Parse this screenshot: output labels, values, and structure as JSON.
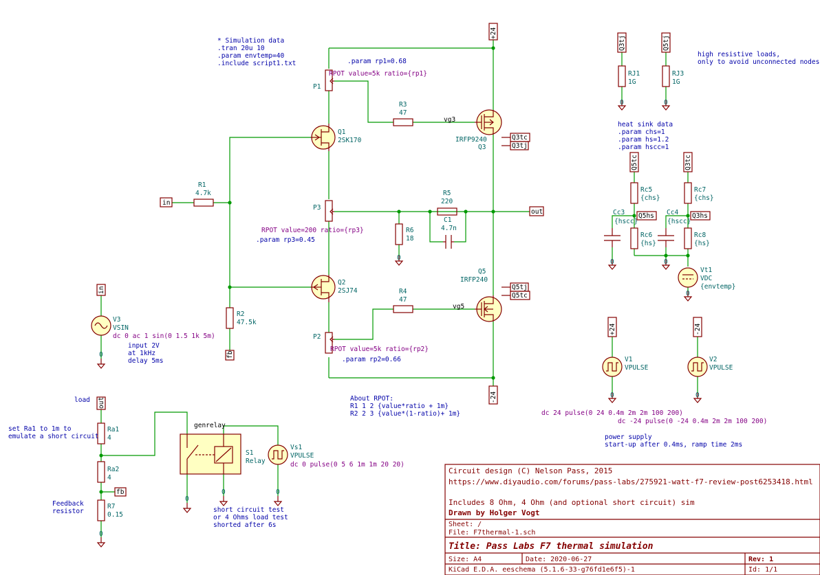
{
  "title_block": {
    "line1": "Circuit design (C) Nelson Pass, 2015",
    "line2": "https://www.diyaudio.com/forums/pass-labs/275921-watt-f7-review-post6253418.html",
    "line3": "Includes 8 Ohm, 4 Ohm (and optional short circuit) sim",
    "drawn_by": "Drawn by Holger Vogt",
    "sheet": "Sheet: /",
    "file": "File: F7thermal-1.sch",
    "title": "Title: Pass Labs F7 thermal simulation",
    "size": "Size: A4",
    "date": "Date: 2020-06-27",
    "rev": "Rev: 1",
    "tool": "KiCad E.D.A.  eeschema (5.1.6-33-g76fd1e6f5)-1",
    "id": "Id: 1/1"
  },
  "notes": {
    "sim1": "* Simulation data",
    "sim2": ".tran 20u 10",
    "sim3": ".param envtemp=40",
    "sim4": ".include script1.txt",
    "rp1": ".param rp1=0.68",
    "rp2": ".param rp2=0.66",
    "rp3": ".param rp3=0.45",
    "about1": "About RPOT:",
    "about2": "R1 1 2 {value*ratio + 1m}",
    "about3": "R2 2 3 {value*(1-ratio)+ 1m}",
    "hiload1": "high resistive loads,",
    "hiload2": "only to avoid unconnected nodes",
    "hs1": "heat sink data",
    "hs2": ".param chs=1",
    "hs3": ".param hs=1.2",
    "hs4": ".param hscc=1",
    "v1dc": "dc 24  pulse(0 24 0.4m 2m 2m 100 200)",
    "v2dc": "dc -24  pulse(0 -24 0.4m 2m 2m 100 200)",
    "ps1": "power supply",
    "ps2": "start-up after 0.4ms, ramp time 2ms",
    "v3a": "input 2V",
    "v3b": "at 1kHz",
    "v3c": "delay 5ms",
    "load": "load",
    "ra1a": "set Ra1 to 1m to",
    "ra1b": "emulate a short circuit",
    "fb1": "Feedback",
    "fb2": "resistor",
    "sc1": "short circuit test",
    "sc2": "or 4 Ohms load test",
    "sc3": "shorted after 6s"
  },
  "components": {
    "P1": {
      "ref": "P1",
      "dir": "RPOT value=5k ratio={rp1}"
    },
    "P2": {
      "ref": "P2",
      "dir": "RPOT value=5k ratio={rp2}"
    },
    "P3": {
      "ref": "P3",
      "dir": "RPOT value=200 ratio={rp3}"
    },
    "Q1": {
      "ref": "Q1",
      "val": "2SK170"
    },
    "Q2": {
      "ref": "Q2",
      "val": "2SJ74"
    },
    "Q3": {
      "ref": "Q3",
      "val": "IRFP9240"
    },
    "Q5": {
      "ref": "Q5",
      "val": "IRFP240"
    },
    "R1": {
      "ref": "R1",
      "val": "4.7k"
    },
    "R2": {
      "ref": "R2",
      "val": "47.5k"
    },
    "R3": {
      "ref": "R3",
      "val": "47"
    },
    "R4": {
      "ref": "R4",
      "val": "47"
    },
    "R5": {
      "ref": "R5",
      "val": "220"
    },
    "R6": {
      "ref": "R6",
      "val": "18"
    },
    "C1": {
      "ref": "C1",
      "val": "4.7n"
    },
    "RJ1": {
      "ref": "RJ1",
      "val": "1G"
    },
    "RJ3": {
      "ref": "RJ3",
      "val": "1G"
    },
    "Rc5": {
      "ref": "Rc5",
      "val": "{chs}"
    },
    "Rc6": {
      "ref": "Rc6",
      "val": "{hs}"
    },
    "Rc7": {
      "ref": "Rc7",
      "val": "{chs}"
    },
    "Rc8": {
      "ref": "Rc8",
      "val": "{hs}"
    },
    "Cc3": {
      "ref": "Cc3",
      "val": "{hscc}"
    },
    "Cc4": {
      "ref": "Cc4",
      "val": "{hscc}"
    },
    "Vt1": {
      "ref": "Vt1",
      "val": "VDC",
      "val2": "{envtemp}"
    },
    "V1": {
      "ref": "V1",
      "val": "VPULSE"
    },
    "V2": {
      "ref": "V2",
      "val": "VPULSE"
    },
    "V3": {
      "ref": "V3",
      "val": "VSIN",
      "dir": "dc 0 ac 1 sin(0 1.5 1k 5m)"
    },
    "Vs1": {
      "ref": "Vs1",
      "val": "VPULSE",
      "dir": "dc 0 pulse(0 5 6 1m 1m 20 20)"
    },
    "Ra1": {
      "ref": "Ra1",
      "val": "4"
    },
    "Ra2": {
      "ref": "Ra2",
      "val": "4"
    },
    "R7": {
      "ref": "R7",
      "val": "0.15"
    },
    "S1": {
      "ref": "S1",
      "val": "Relay",
      "net": "genrelay"
    }
  },
  "labels": {
    "p24": "+24",
    "m24": "-24",
    "in": "in",
    "out": "out",
    "fb": "fb",
    "vg3": "vg3",
    "vg5": "vg5",
    "q3tc": "Q3tc",
    "q3tj": "Q3tj",
    "q5tc": "Q5tc",
    "q5tj": "Q5tj",
    "q5hs": "Q5hs",
    "q3hs": "Q3hs",
    "gnd": "0"
  },
  "colors": {
    "wire": "#009900",
    "component": "#840000",
    "body": "#ffffc2",
    "reference": "#006464",
    "note": "#0000a8",
    "directive": "#840084"
  }
}
